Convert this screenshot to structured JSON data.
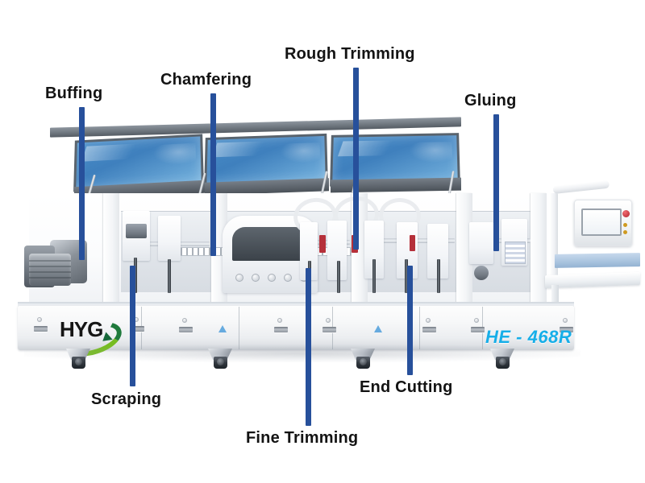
{
  "scene": {
    "background_color": "#ffffff",
    "subject": "edge-banding-machine-diagram"
  },
  "machine": {
    "brand": "HYG",
    "model": "HE - 468R",
    "model_color": "#16aee8",
    "brand_arrow_colors": [
      "#76bc21",
      "#1f7a3c"
    ],
    "body_color": "#ffffff",
    "glass_hood_color": "#2a6eb4",
    "frame_color": "#5d646c"
  },
  "annotations": {
    "line_color": "#27509b",
    "text_color": "#131313",
    "items": [
      {
        "label": "Buffing",
        "position": "top-left"
      },
      {
        "label": "Chamfering",
        "position": "top-left-center"
      },
      {
        "label": "Rough Trimming",
        "position": "top-center"
      },
      {
        "label": "Gluing",
        "position": "top-right"
      },
      {
        "label": "Scraping",
        "position": "bottom-left"
      },
      {
        "label": "Fine Trimming",
        "position": "bottom-center"
      },
      {
        "label": "End Cutting",
        "position": "bottom-right"
      }
    ]
  }
}
